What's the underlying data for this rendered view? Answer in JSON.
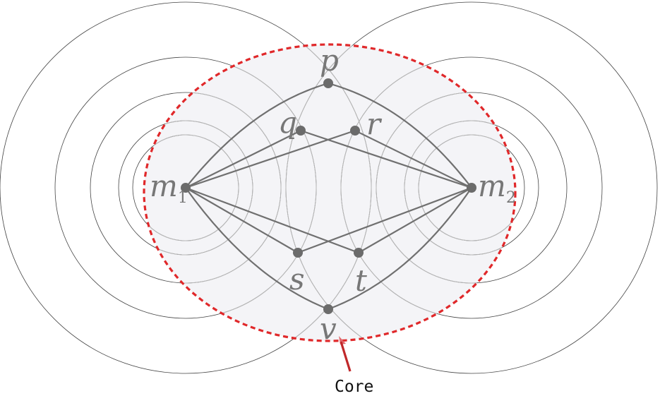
{
  "nodes": {
    "m1": {
      "label": "m",
      "sub": "1"
    },
    "m2": {
      "label": "m",
      "sub": "2"
    },
    "p": {
      "label": "p"
    },
    "q": {
      "label": "q"
    },
    "r": {
      "label": "r"
    },
    "s": {
      "label": "s"
    },
    "t": {
      "label": "t"
    },
    "v": {
      "label": "v"
    }
  },
  "edges": [
    [
      "m1",
      "p"
    ],
    [
      "m1",
      "q"
    ],
    [
      "m1",
      "r"
    ],
    [
      "m1",
      "s"
    ],
    [
      "m1",
      "t"
    ],
    [
      "m1",
      "v"
    ],
    [
      "m2",
      "p"
    ],
    [
      "m2",
      "q"
    ],
    [
      "m2",
      "r"
    ],
    [
      "m2",
      "s"
    ],
    [
      "m2",
      "t"
    ],
    [
      "m2",
      "v"
    ]
  ],
  "core": {
    "label": "Core",
    "border_color": "#e0282a",
    "fill_color": "#f4f4f7",
    "arrow_color": "#c0282a"
  },
  "colors": {
    "node": "#6b6b6b",
    "edge": "#707070",
    "label": "#777777"
  }
}
